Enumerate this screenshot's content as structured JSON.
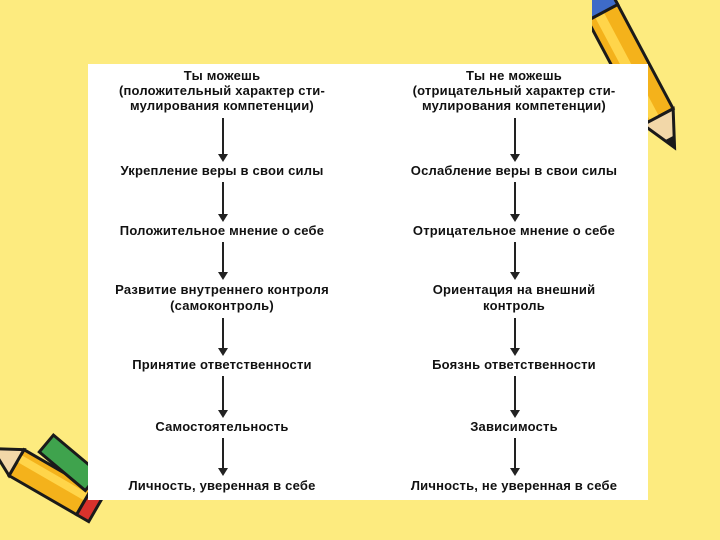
{
  "left_column": {
    "header": {
      "title": "Ты можешь",
      "line2": "(положительный характер сти-",
      "line3": "мулирования компетенции)"
    },
    "steps": [
      {
        "text": "Укрепление веры в свои силы"
      },
      {
        "text": "Положительное мнение о себе"
      },
      {
        "text": "Развитие внутреннего контроля",
        "sub": "(самоконтроль)"
      },
      {
        "text": "Принятие ответственности"
      },
      {
        "text": "Самостоятельность"
      },
      {
        "text": "Личность, уверенная в себе"
      }
    ]
  },
  "right_column": {
    "header": {
      "title": "Ты не можешь",
      "line2": "(отрицательный характер сти-",
      "line3": "мулирования компетенции)"
    },
    "steps": [
      {
        "text": "Ослабление веры в свои силы"
      },
      {
        "text": "Отрицательное мнение о себе"
      },
      {
        "text": "Ориентация на внешний",
        "sub": "контроль"
      },
      {
        "text": "Боязнь ответственности"
      },
      {
        "text": "Зависимость"
      },
      {
        "text": "Личность, не уверенная в себе"
      }
    ]
  },
  "colors": {
    "background": "#FDEB7F",
    "panel": "#FFFFFF",
    "text": "#111111"
  },
  "icons": [
    "pencil-icon",
    "pencil-icon"
  ]
}
